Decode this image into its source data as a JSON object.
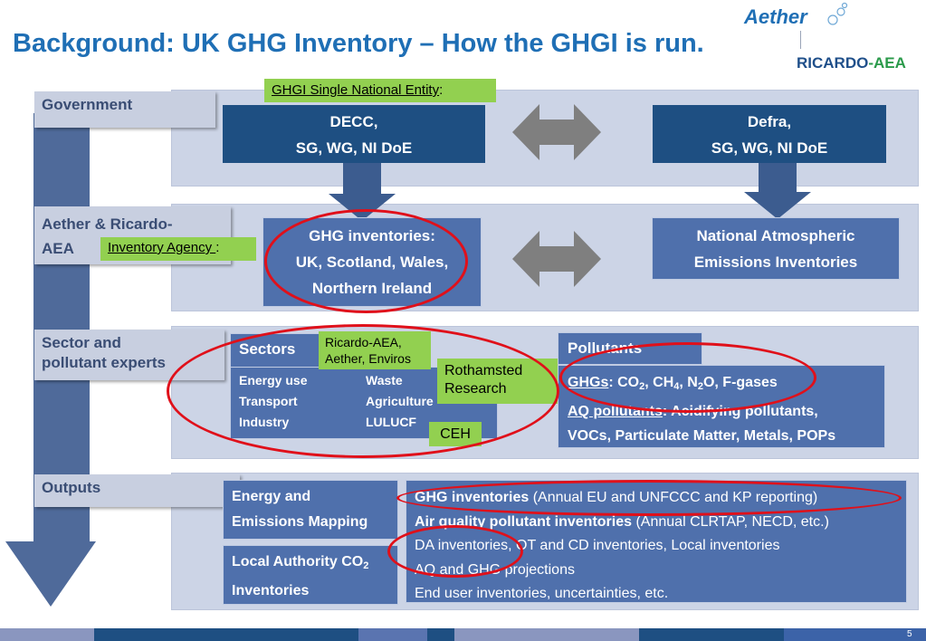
{
  "title": "Background: UK GHG Inventory – How the GHGI is run.",
  "logo": {
    "aether": "Aether",
    "ricardo": "RICARDO",
    "aea": "AEA"
  },
  "colors": {
    "title_blue": "#1f6fb5",
    "navy": "#1e4f82",
    "box_blue": "#4f70ac",
    "band": "#ccd4e6",
    "green": "#92d050",
    "oval_red": "#e0101a"
  },
  "ghgi_entity": {
    "label": "GHGI Single National Entity",
    "suffix": ":"
  },
  "inventory_agency": {
    "label": "Inventory Agency ",
    "suffix": ":"
  },
  "rows": {
    "government": {
      "tab": "Government",
      "left_line1": "DECC,",
      "left_line2": "SG, WG, NI DoE",
      "right_line1": "Defra,",
      "right_line2": "SG, WG, NI DoE"
    },
    "aether": {
      "tab_line1": "Aether & Ricardo-",
      "tab_line2": "AEA",
      "left_line1": "GHG inventories:",
      "left_line2": "UK, Scotland, Wales,",
      "left_line3": "Northern Ireland",
      "right_line1": "National Atmospheric",
      "right_line2": "Emissions Inventories"
    },
    "sector": {
      "tab_line1": "Sector and",
      "tab_line2": "pollutant experts",
      "sectors_header": "Sectors",
      "sectors_col1": [
        "Energy use",
        "Transport",
        "Industry"
      ],
      "sectors_col2": [
        "Waste",
        "Agriculture",
        "LULUCF"
      ],
      "ricardo_label_line1": "Ricardo-AEA,",
      "ricardo_label_line2": "Aether, Enviros",
      "rothamsted_line1": "Rothamsted",
      "rothamsted_line2": "Research",
      "ceh": "CEH",
      "pollutants_header": "Pollutants",
      "ghgs_label": "GHGs",
      "ghgs_text": ": CO",
      "ch4": ", CH",
      "n2o": ", N",
      "o_rest": "O, F-gases",
      "aq_label": "AQ pollutants",
      "aq_text": ": Acidifying pollutants,",
      "aq_line2": "VOCs, Particulate Matter, Metals, POPs",
      "sub2": "2",
      "sub4": "4"
    },
    "outputs": {
      "tab": "Outputs",
      "mapping_line1": "Energy and",
      "mapping_line2": "Emissions Mapping",
      "la_line1": "Local Authority CO",
      "la_sub": "2",
      "la_line2": "Inventories",
      "list": [
        {
          "bold": "GHG inventories",
          "rest": " (Annual EU and UNFCCC and KP reporting)"
        },
        {
          "bold": "Air quality pollutant inventories",
          "rest": " (Annual CLRTAP, NECD,  etc.)"
        },
        {
          "bold": "",
          "rest": "DA inventories, OT and CD inventories, Local inventories"
        },
        {
          "bold": "",
          "rest": "AQ and GHG projections"
        },
        {
          "bold": "",
          "rest": "End user inventories, uncertainties, etc."
        }
      ]
    }
  },
  "page_number": "5"
}
